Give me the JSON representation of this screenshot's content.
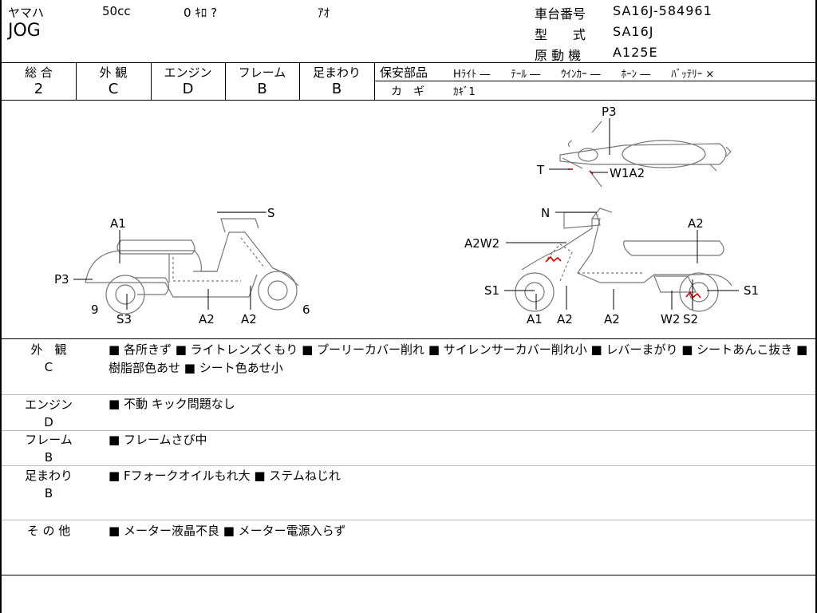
{
  "header": {
    "maker": "ヤマハ",
    "displacement": "50cc",
    "mileage": "0 ｷﾛ ?",
    "color": "ｱｵ",
    "model_name": "JOG",
    "frame_label": "車台番号",
    "frame_value": "SA16J-584961",
    "type_label": "型　　式",
    "type_value": "SA16J",
    "engine_label": "原 動 機",
    "engine_value": "A125E"
  },
  "grades": [
    {
      "label": "総 合",
      "value": "2"
    },
    {
      "label": "外 観",
      "value": "C"
    },
    {
      "label": "エンジン",
      "value": "D"
    },
    {
      "label": "フレーム",
      "value": "B"
    },
    {
      "label": "足まわり",
      "value": "B"
    }
  ],
  "safety": {
    "title": "保安部品",
    "items": "Hﾗｲﾄ ―　　ﾃｰﾙ ―　　ｳｲﾝｶｰ ―　　ﾎｰﾝ ―　　ﾊﾞｯﾃﾘｰ ×",
    "key_label": "カ　ギ",
    "key_value": "ｶｷﾞ1"
  },
  "diagram": {
    "left_labels": [
      "S",
      "A1",
      "P3",
      "9",
      "S3",
      "A2",
      "A2",
      "6"
    ],
    "right_labels": [
      "N",
      "A2",
      "A2W2",
      "S1",
      "S1",
      "A1",
      "A2",
      "A2",
      "W2",
      "S2"
    ],
    "top_labels": [
      "P3",
      "T",
      "W1A2"
    ]
  },
  "remarks": [
    {
      "label_1": "外　観",
      "label_2": "C",
      "text": "■ 各所きず ■ ライトレンズくもり ■ プーリーカバー削れ ■ サイレンサーカバー削れ小 ■ レバーまがり ■ シートあんこ抜き ■ 樹脂部色あせ ■ シート色あせ小"
    },
    {
      "label_1": "エンジン",
      "label_2": "D",
      "text": "■ 不動 キック問題なし"
    },
    {
      "label_1": "フレーム",
      "label_2": "B",
      "text": "■ フレームさび中"
    },
    {
      "label_1": "足まわり",
      "label_2": "B",
      "text": "■ Fフォークオイルもれ大 ■ ステムねじれ"
    },
    {
      "label_1": "そ の 他",
      "label_2": "",
      "text": "■ メーター液晶不良 ■ メーター電源入らず"
    }
  ],
  "colors": {
    "line": "#000000",
    "damage": "#d00000",
    "sketch": "#777777"
  }
}
